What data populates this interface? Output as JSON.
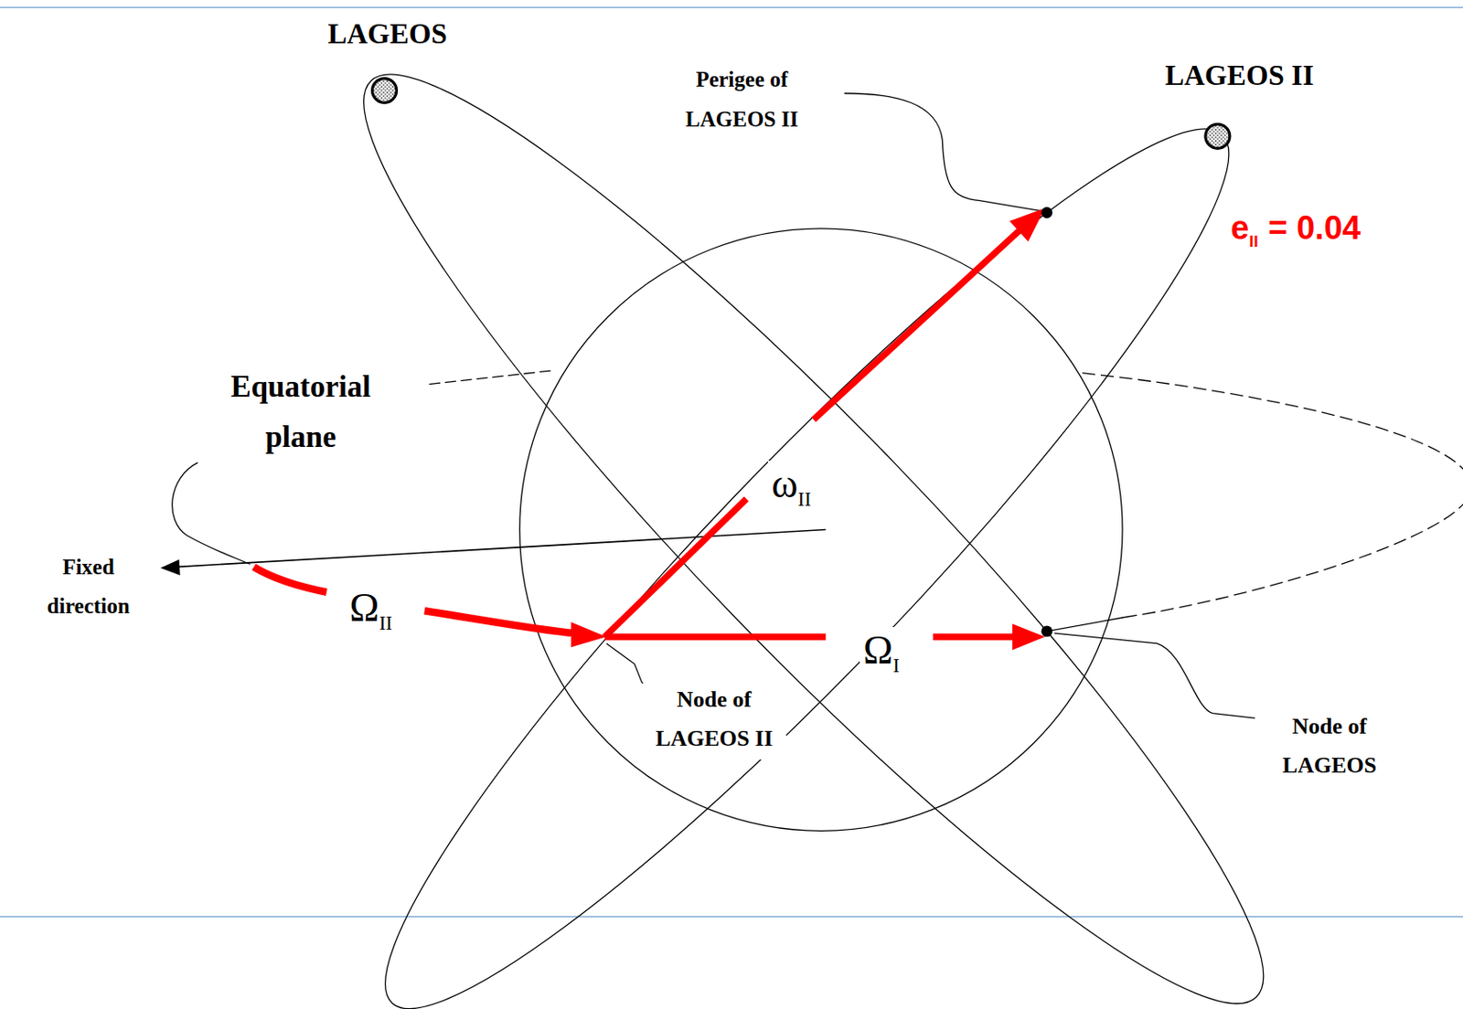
{
  "diagram": {
    "labels": [
      "LAGEOS",
      "Perigee of LAGEOS II",
      "LAGEOS II",
      "e",
      "II",
      "= 0.04",
      "Equatorial plane",
      "ω",
      "II",
      "Fixed direction",
      "Ω",
      "II",
      "Ω",
      "I",
      "Node of LAGEOS II",
      "Node of LAGEOS"
    ]
  }
}
